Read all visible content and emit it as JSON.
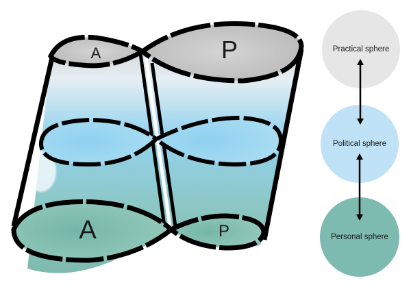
{
  "figure": {
    "left_labels": {
      "top_left": "A",
      "top_right": "P",
      "bottom_left": "A",
      "bottom_right": "P"
    },
    "spheres": [
      {
        "label": "Practical sphere",
        "color": "#e6e6e6"
      },
      {
        "label": "Political sphere",
        "color": "#c0e2f6"
      },
      {
        "label": "Personal sphere",
        "color": "#7dbab0"
      }
    ],
    "colors": {
      "outline": "#000000",
      "top_fill": "#c8c8c8",
      "mid_fill": "#9fd6f0",
      "bottom_fill": "#86c0b3"
    }
  }
}
